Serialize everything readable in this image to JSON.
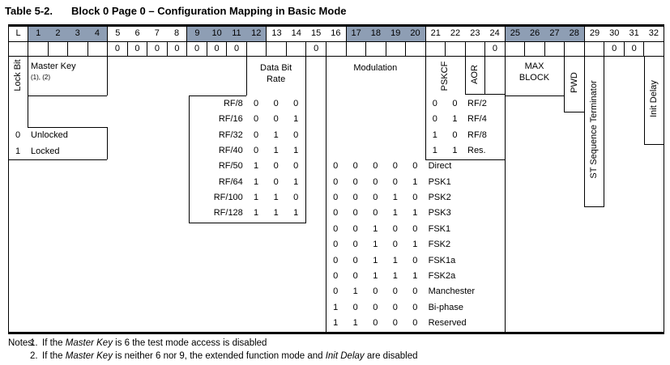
{
  "title": {
    "label": "Table 5-2.",
    "text": "Block 0 Page 0 – Configuration Mapping in Basic Mode"
  },
  "colors": {
    "header_shade": "#8e9eb4"
  },
  "bit_header": {
    "groups": [
      {
        "labels": [
          "L"
        ],
        "shaded": false
      },
      {
        "labels": [
          "1",
          "2",
          "3",
          "4"
        ],
        "shaded": true
      },
      {
        "labels": [
          "5",
          "6",
          "7",
          "8"
        ],
        "shaded": false
      },
      {
        "labels": [
          "9",
          "10",
          "11",
          "12"
        ],
        "shaded": true
      },
      {
        "labels": [
          "13",
          "14",
          "15",
          "16"
        ],
        "shaded": false
      },
      {
        "labels": [
          "17",
          "18",
          "19",
          "20"
        ],
        "shaded": true
      },
      {
        "labels": [
          "21",
          "22",
          "23",
          "24"
        ],
        "shaded": false
      },
      {
        "labels": [
          "25",
          "26",
          "27",
          "28"
        ],
        "shaded": true
      },
      {
        "labels": [
          "29",
          "30",
          "31",
          "32"
        ],
        "shaded": false
      }
    ]
  },
  "fixed_bits": [
    "",
    "",
    "",
    "",
    "",
    "0",
    "0",
    "0",
    "0",
    "0",
    "0",
    "0",
    "",
    "",
    "",
    "0",
    "",
    "",
    "",
    "",
    "",
    "",
    "",
    "",
    "0",
    "",
    "",
    "",
    "",
    "",
    "0",
    "0",
    ""
  ],
  "fields": {
    "lock_bit": {
      "label": "Lock Bit",
      "legend": [
        {
          "bits": [
            "0"
          ],
          "label": "Unlocked"
        },
        {
          "bits": [
            "1"
          ],
          "label": "Locked"
        }
      ]
    },
    "master_key": {
      "label": "Master Key",
      "note_refs": "(1), (2)"
    },
    "data_bit_rate": {
      "label_line1": "Data Bit",
      "label_line2": "Rate",
      "legend": [
        {
          "label": "RF/8",
          "bits": [
            "0",
            "0",
            "0"
          ]
        },
        {
          "label": "RF/16",
          "bits": [
            "0",
            "0",
            "1"
          ]
        },
        {
          "label": "RF/32",
          "bits": [
            "0",
            "1",
            "0"
          ]
        },
        {
          "label": "RF/40",
          "bits": [
            "0",
            "1",
            "1"
          ]
        },
        {
          "label": "RF/50",
          "bits": [
            "1",
            "0",
            "0"
          ]
        },
        {
          "label": "RF/64",
          "bits": [
            "1",
            "0",
            "1"
          ]
        },
        {
          "label": "RF/100",
          "bits": [
            "1",
            "1",
            "0"
          ]
        },
        {
          "label": "RF/128",
          "bits": [
            "1",
            "1",
            "1"
          ]
        }
      ]
    },
    "modulation": {
      "label": "Modulation",
      "legend": [
        {
          "bits": [
            "0",
            "0",
            "0",
            "0",
            "0"
          ],
          "label": "Direct"
        },
        {
          "bits": [
            "0",
            "0",
            "0",
            "0",
            "1"
          ],
          "label": "PSK1"
        },
        {
          "bits": [
            "0",
            "0",
            "0",
            "1",
            "0"
          ],
          "label": "PSK2"
        },
        {
          "bits": [
            "0",
            "0",
            "0",
            "1",
            "1"
          ],
          "label": "PSK3"
        },
        {
          "bits": [
            "0",
            "0",
            "1",
            "0",
            "0"
          ],
          "label": "FSK1"
        },
        {
          "bits": [
            "0",
            "0",
            "1",
            "0",
            "1"
          ],
          "label": "FSK2"
        },
        {
          "bits": [
            "0",
            "0",
            "1",
            "1",
            "0"
          ],
          "label": "FSK1a"
        },
        {
          "bits": [
            "0",
            "0",
            "1",
            "1",
            "1"
          ],
          "label": "FSK2a"
        },
        {
          "bits": [
            "0",
            "1",
            "0",
            "0",
            "0"
          ],
          "label": "Manchester"
        },
        {
          "bits": [
            "1",
            "0",
            "0",
            "0",
            "0"
          ],
          "label": "Bi-phase"
        },
        {
          "bits": [
            "1",
            "1",
            "0",
            "0",
            "0"
          ],
          "label": "Reserved"
        }
      ]
    },
    "pskcf": {
      "label": "PSKCF",
      "legend": [
        {
          "bits": [
            "0",
            "0"
          ],
          "label": "RF/2"
        },
        {
          "bits": [
            "0",
            "1"
          ],
          "label": "RF/4"
        },
        {
          "bits": [
            "1",
            "0"
          ],
          "label": "RF/8"
        },
        {
          "bits": [
            "1",
            "1"
          ],
          "label": "Res."
        }
      ]
    },
    "aor": {
      "label": "AOR"
    },
    "max_block": {
      "label_line1": "MAX",
      "label_line2": "BLOCK"
    },
    "pwd": {
      "label": "PWD"
    },
    "st_sequence_terminator": {
      "label": "ST Sequence Terminator"
    },
    "init_delay": {
      "label": "Init Delay"
    }
  },
  "notes": {
    "label": "Notes:",
    "items": [
      {
        "num": "1.",
        "parts": [
          {
            "t": "If the "
          },
          {
            "t": "Master Key",
            "i": true
          },
          {
            "t": " is 6 the test mode access is disabled"
          }
        ]
      },
      {
        "num": "2.",
        "parts": [
          {
            "t": "If the "
          },
          {
            "t": "Master Key",
            "i": true
          },
          {
            "t": " is neither 6 nor 9, the extended function mode and "
          },
          {
            "t": "Init Delay",
            "i": true
          },
          {
            "t": " are disabled"
          }
        ]
      }
    ]
  }
}
